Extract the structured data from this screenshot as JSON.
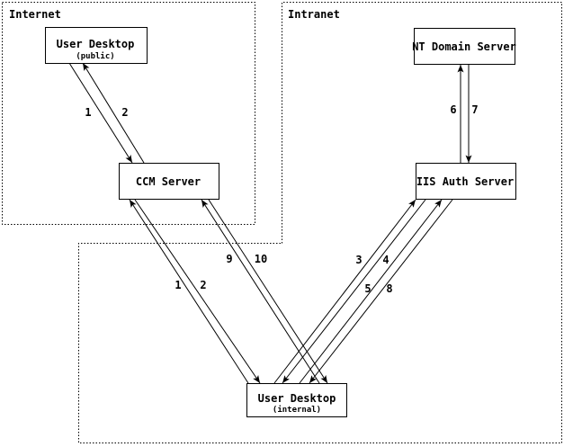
{
  "diagram": {
    "background_color": "#ffffff",
    "line_color": "#000000",
    "zones": {
      "internet": {
        "label": "Internet"
      },
      "intranet": {
        "label": "Intranet"
      }
    },
    "nodes": {
      "user_desktop_public": {
        "title": "User Desktop",
        "subtitle": "(public)"
      },
      "ccm_server": {
        "title": "CCM Server"
      },
      "nt_domain_server": {
        "title": "NT Domain Server"
      },
      "iis_auth_server": {
        "title": "IIS Auth Server"
      },
      "user_desktop_internal": {
        "title": "User Desktop",
        "subtitle": "(internal)"
      }
    },
    "edges": [
      {
        "label": "1",
        "from": "user_desktop_public",
        "to": "ccm_server"
      },
      {
        "label": "2",
        "from": "ccm_server",
        "to": "user_desktop_public"
      },
      {
        "label": "1",
        "from": "user_desktop_internal",
        "to": "ccm_server"
      },
      {
        "label": "2",
        "from": "ccm_server",
        "to": "user_desktop_internal"
      },
      {
        "label": "3",
        "from": "user_desktop_internal",
        "to": "iis_auth_server"
      },
      {
        "label": "4",
        "from": "iis_auth_server",
        "to": "user_desktop_internal"
      },
      {
        "label": "5",
        "from": "user_desktop_internal",
        "to": "iis_auth_server"
      },
      {
        "label": "6",
        "from": "iis_auth_server",
        "to": "nt_domain_server"
      },
      {
        "label": "7",
        "from": "nt_domain_server",
        "to": "iis_auth_server"
      },
      {
        "label": "8",
        "from": "iis_auth_server",
        "to": "user_desktop_internal"
      },
      {
        "label": "9",
        "from": "user_desktop_internal",
        "to": "ccm_server"
      },
      {
        "label": "10",
        "from": "ccm_server",
        "to": "user_desktop_internal"
      }
    ]
  }
}
